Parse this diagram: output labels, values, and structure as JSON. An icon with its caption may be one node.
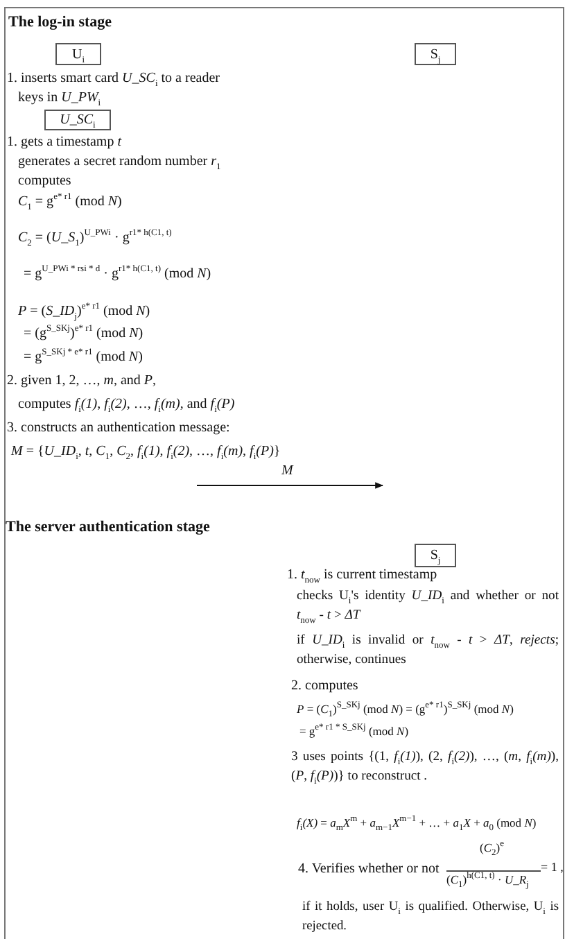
{
  "diagram": {
    "nodes": [
      {
        "text": [
          "U$_{i}$"
        ]
      },
      {
        "text": [
          "S$_{j}$"
        ]
      },
      {
        "text": [
          "*U_SC*$_{i}$"
        ]
      },
      {
        "text": [
          "S$_{j}$"
        ]
      }
    ],
    "labels": [
      "The log-in stage",
      "1. inserts smart card *U_SC*$_{i}$ to a reader",
      "keys in *U_PW*$_{i}$",
      "1. gets a timestamp *t*",
      "generates a secret random number *r*$_{1}$",
      "computes",
      "*C*$_{1}$ = g$^{e* r1}$ (mod *N*)",
      "*C*$_{2}$ = (*U_S*$_{1}$)$^{U_PWi}$ · g$^{r1* h(C1, t)}$",
      "= g$^{U_PWi * rsi * d}$ · g$^{r1* h(C1, t)}$ (mod *N*)",
      "*P* = (*S_ID*$_{j}$)$^{e* r1}$ (mod *N*)",
      "= (g$^{S_SKj}$)$^{e* r1}$ (mod *N*)",
      "= g$^{S_SKj * e* r1}$ (mod *N*)",
      "2. given 1, 2, …, *m*, and *P*,",
      "computes *f*$_{i}$*(1)*, *f*$_{i}$*(2)*, …, *f*$_{i}$*(m)*, and *f*$_{i}$*(P)*",
      "3. constructs an authentication message:",
      "*M* = {*U_ID*$_{i}$, *t*, *C*$_{1}$, *C*$_{2}$, *f*$_{i}$*(1)*, *f*$_{i}$*(2)*, …, *f*$_{i}$*(m)*, *f*$_{i}$*(P)*}",
      "*M*",
      "The server authentication stage",
      "1. *t*$_{now}$ is current timestamp",
      "checks U$_{i}$'s identity *U_ID*$_{i}$ and whether or not *t*$_{now}$ - *t* > *ΔT*",
      "if *U_ID*$_{i}$ is invalid or *t*$_{now}$ - *t* > *ΔT*, *rejects*; otherwise, continues",
      "2. computes",
      "*P* = (*C*$_{1}$)$^{S_SKj}$ (mod *N*) = (g$^{e* r1}$)$^{S_SKj}$ (mod *N*)",
      "= g$^{e* r1 * S_SKj}$ (mod *N*)",
      "3 uses points {(1, *f*$_{i}$*(1)*), (2, *f*$_{i}$*(2)*), …, (*m*, *f*$_{i}$*(m)*), (*P*, *f*$_{i}$*(P)*)} to reconstruct .",
      "*f*$_{i}$*(X)* = *a*$_{m}$*X*$^{m}$ + *a*$_{m−1}$*X*$^{m−1}$ + … + *a*$_{1}$*X* + *a*$_{0}$ (mod *N*)",
      "4. Verifies whether or not",
      "(*C*$_{2}$)$^{e}$",
      "(*C*$_{1}$)$^{h(C1, t)}$ · *U_R*$_{j}$",
      "= 1 ,",
      "if it holds, user U$_{i}$ is qualified. Otherwise, U$_{i}$ is rejected."
    ]
  }
}
